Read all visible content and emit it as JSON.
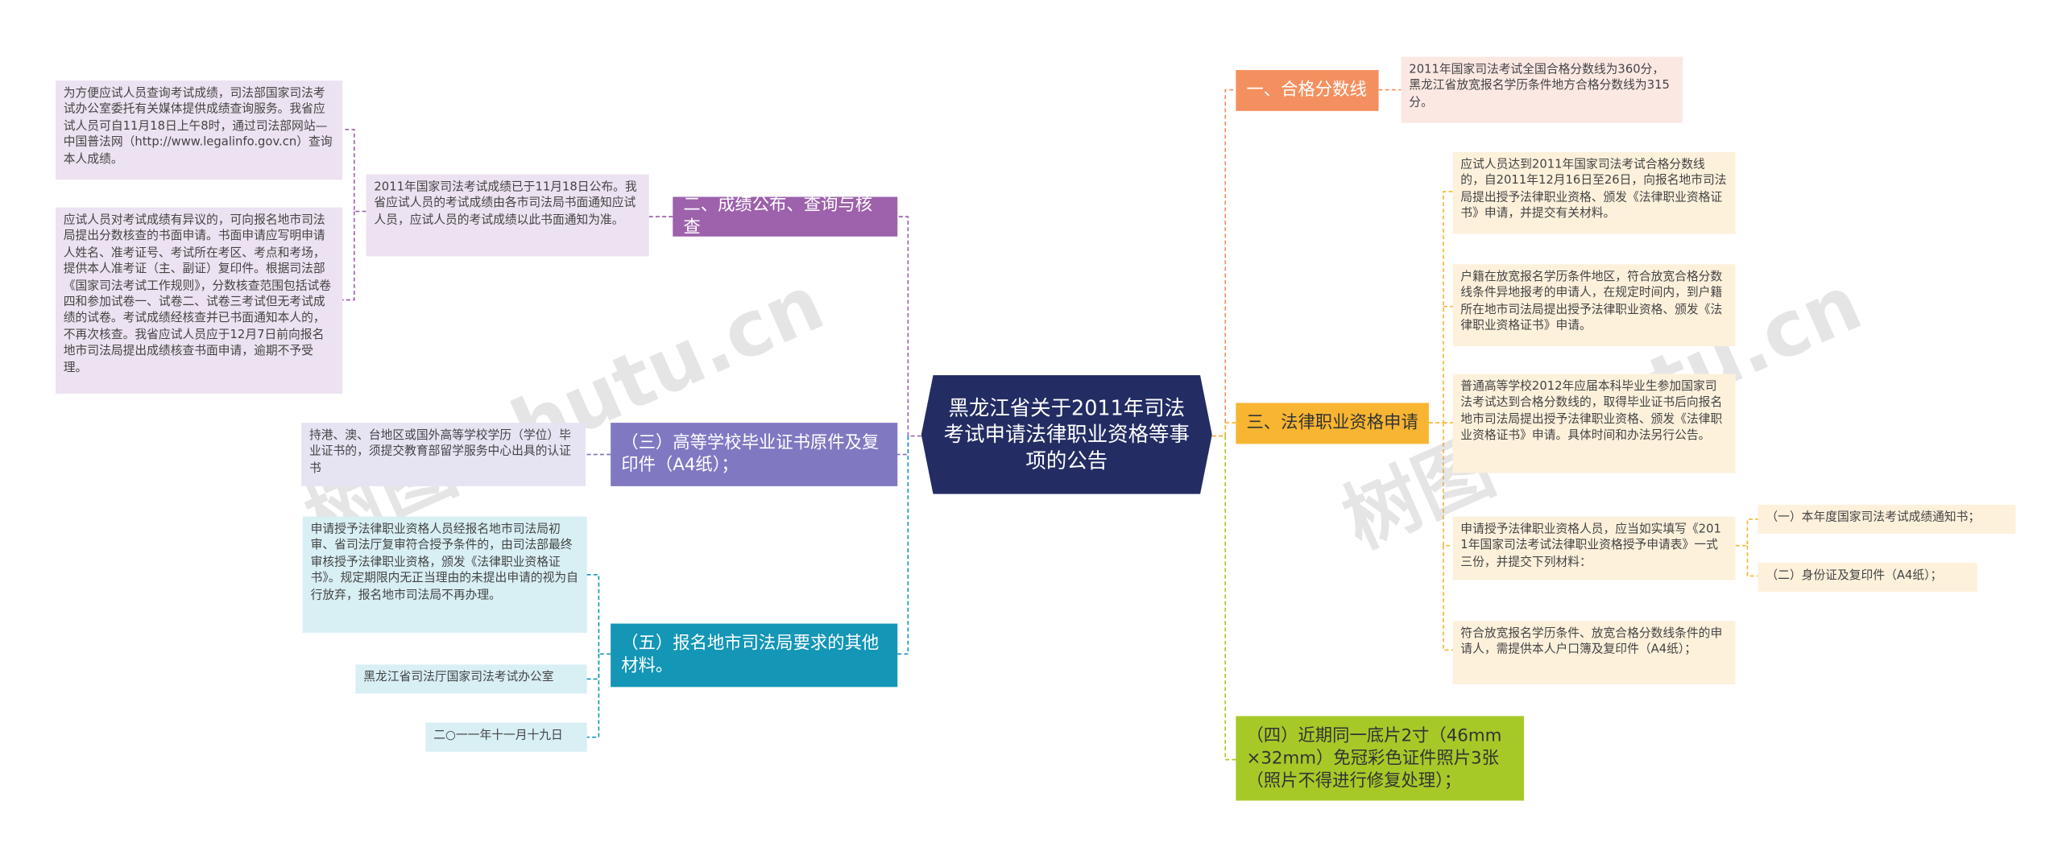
{
  "watermarks": [
    "树图 shutu.cn",
    "树图 shutu.cn"
  ],
  "center": "黑龙江省关于2011年司法考试申请法律职业资格等事项的公告",
  "right": {
    "branch1": {
      "label": "一、合格分数线",
      "detail": "2011年国家司法考试全国合格分数线为360分，黑龙江省放宽报名学历条件地方合格分数线为315分。"
    },
    "branch3": {
      "label": "三、法律职业资格申请",
      "items": [
        "应试人员达到2011年国家司法考试合格分数线的，自2011年12月16日至26日，向报名地市司法局提出授予法律职业资格、颁发《法律职业资格证书》申请，并提交有关材料。",
        "户籍在放宽报名学历条件地区，符合放宽合格分数线条件异地报考的申请人，在规定时间内，到户籍所在地市司法局提出授予法律职业资格、颁发《法律职业资格证书》申请。",
        "普通高等学校2012年应届本科毕业生参加国家司法考试达到合格分数线的，取得毕业证书后向报名地市司法局提出授予法律职业资格、颁发《法律职业资格证书》申请。具体时间和办法另行公告。",
        "申请授予法律职业资格人员，应当如实填写《2011年国家司法考试法律职业资格授予申请表》一式三份，并提交下列材料：",
        "符合放宽报名学历条件、放宽合格分数线条件的申请人，需提供本人户口簿及复印件（A4纸）；"
      ],
      "sub": [
        "（一）本年度国家司法考试成绩通知书；",
        "（二）身份证及复印件（A4纸）；"
      ]
    },
    "branch4": {
      "label": "（四）近期同一底片2寸（46mm×32mm）免冠彩色证件照片3张（照片不得进行修复处理）；"
    }
  },
  "left": {
    "branch2": {
      "label": "二、成绩公布、查询与核查",
      "detail": "2011年国家司法考试成绩已于11月18日公布。我省应试人员的考试成绩由各市司法局书面通知应试人员，应试人员的考试成绩以此书面通知为准。",
      "sub": [
        "为方便应试人员查询考试成绩，司法部国家司法考试办公室委托有关媒体提供成绩查询服务。我省应试人员可自11月18日上午8时，通过司法部网站—中国普法网（http://www.legalinfo.gov.cn）查询本人成绩。",
        "应试人员对考试成绩有异议的，可向报名地市司法局提出分数核查的书面申请。书面申请应写明申请人姓名、准考证号、考试所在考区、考点和考场，提供本人准考证（主、副证）复印件。根据司法部《国家司法考试工作规则》，分数核查范围包括试卷四和参加试卷一、试卷二、试卷三考试但无考试成绩的试卷。考试成绩经核查并已书面通知本人的，不再次核查。我省应试人员应于12月7日前向报名地市司法局提出成绩核查书面申请，逾期不予受理。"
      ]
    },
    "branch3": {
      "label": "（三）高等学校毕业证书原件及复印件（A4纸）；",
      "detail": "持港、澳、台地区或国外高等学校学历（学位）毕业证书的，须提交教育部留学服务中心出具的认证书"
    },
    "branch5": {
      "label": "（五）报名地市司法局要求的其他材料。",
      "items": [
        "申请授予法律职业资格人员经报名地市司法局初审、省司法厅复审符合授予条件的，由司法部最终审核授予法律职业资格，颁发《法律职业资格证书》。规定期限内无正当理由的未提出申请的视为自行放弃，报名地市司法局不再办理。",
        "黑龙江省司法厅国家司法考试办公室",
        "二○一一年十一月十九日"
      ]
    }
  },
  "colors": {
    "center": "#232d63",
    "orange": "#f4905f",
    "gold": "#f7b532",
    "lime": "#a6c928",
    "purple": "#9d62ab",
    "violet": "#8079c2",
    "teal": "#1496b6"
  }
}
